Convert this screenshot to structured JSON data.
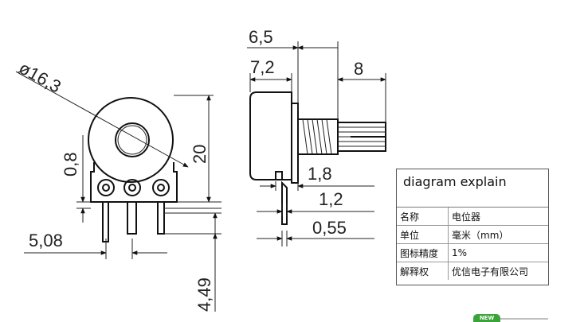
{
  "dimensions": {
    "diameter": "ø16,3",
    "height_20": "20",
    "offset_0_8": "0,8",
    "pitch_5_08": "5,08",
    "pin_length_4_49": "4,49",
    "depth_6_5": "6,5",
    "depth_7_2": "7,2",
    "shaft_8": "8",
    "gap_1_8": "1,8",
    "gap_1_2": "1,2",
    "gap_0_55": "0,55"
  },
  "spec": {
    "title": "diagram explain",
    "rows": [
      {
        "key": "名称",
        "value": "电位器"
      },
      {
        "key": "单位",
        "value": "毫米（mm）"
      },
      {
        "key": "图标精度",
        "value": "1%"
      },
      {
        "key": "解释权",
        "value": "优信电子有限公司"
      }
    ]
  },
  "badge": "NEW"
}
